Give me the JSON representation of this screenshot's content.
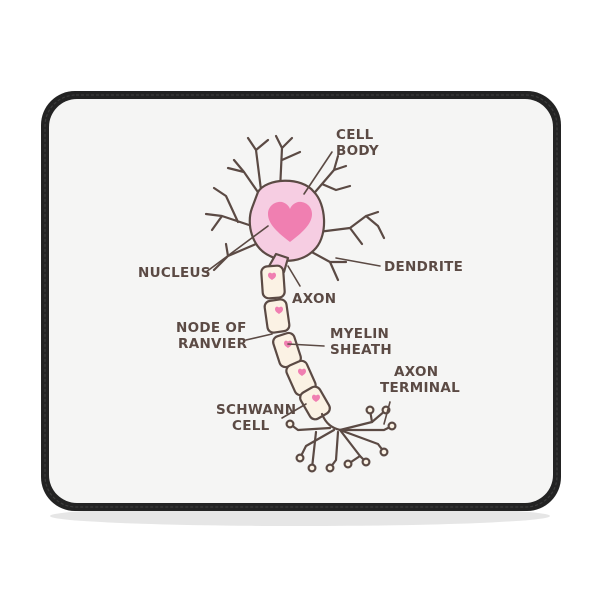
{
  "labels": {
    "cell_body": [
      "CELL",
      "BODY"
    ],
    "nucleus": "NUCLEUS",
    "dendrite": "DENDRITE",
    "axon": "AXON",
    "node_of_ranvier": [
      "NODE OF",
      "RANVIER"
    ],
    "myelin_sheath": [
      "MYELIN",
      "SHEATH"
    ],
    "axon_terminal": [
      "AXON",
      "TERMINAL"
    ],
    "schwann_cell": [
      "SCHWANN",
      "CELL"
    ]
  },
  "colors": {
    "mat_border": "#2b2b2b",
    "mat_surface": "#f5f5f4",
    "cell_fill": "#f6cde2",
    "cell_outline": "#5b4a44",
    "heart": "#f07fb1",
    "myelin": "#fbf2e4",
    "label_text": "#5b4a44"
  },
  "icons": [
    "heart-icon"
  ]
}
